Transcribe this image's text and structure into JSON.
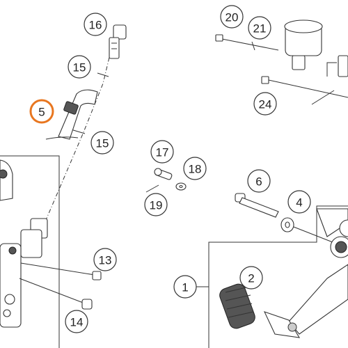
{
  "callouts": [
    {
      "id": "c1",
      "label": "1"
    },
    {
      "id": "c2",
      "label": "2"
    },
    {
      "id": "c4",
      "label": "4"
    },
    {
      "id": "c5",
      "label": "5",
      "highlight": true
    },
    {
      "id": "c6",
      "label": "6"
    },
    {
      "id": "c13",
      "label": "13"
    },
    {
      "id": "c14",
      "label": "14"
    },
    {
      "id": "c15a",
      "label": "15"
    },
    {
      "id": "c15b",
      "label": "15"
    },
    {
      "id": "c16",
      "label": "16"
    },
    {
      "id": "c17",
      "label": "17"
    },
    {
      "id": "c18",
      "label": "18"
    },
    {
      "id": "c19",
      "label": "19"
    },
    {
      "id": "c20",
      "label": "20"
    },
    {
      "id": "c21",
      "label": "21"
    },
    {
      "id": "c24",
      "label": "24"
    }
  ],
  "colors": {
    "line": "#333333",
    "highlight": "#e8761f",
    "background": "#ffffff"
  }
}
